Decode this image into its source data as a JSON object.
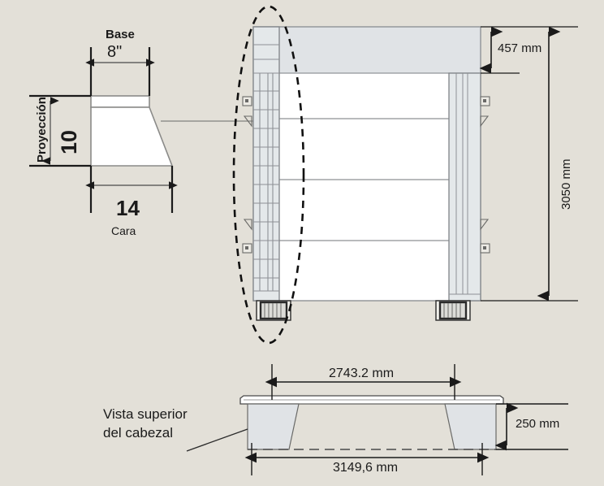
{
  "figure": {
    "background_color": "#e3e0d8",
    "line_color": "#2b2b2b",
    "body_fill": "#ffffff",
    "panel_fill": "#e0e3e6",
    "column_fill": "#e4e8ea"
  },
  "detail_view": {
    "title": "Base",
    "top_width_label": "8\"",
    "bottom_width_label": "14",
    "bottom_caption": "Cara",
    "height_label": "10",
    "height_caption": "Proyección"
  },
  "elevation_view": {
    "header_height_label": "457 mm",
    "total_height_label": "3050 mm"
  },
  "top_view": {
    "caption_line1": "Vista superior",
    "caption_line2": "del cabezal",
    "inner_width_label": "2743.2 mm",
    "outer_width_label": "3149,6 mm",
    "thickness_label": "250 mm"
  },
  "callout": {
    "shape": "dashed-ellipse",
    "target": "left-column-detail"
  }
}
